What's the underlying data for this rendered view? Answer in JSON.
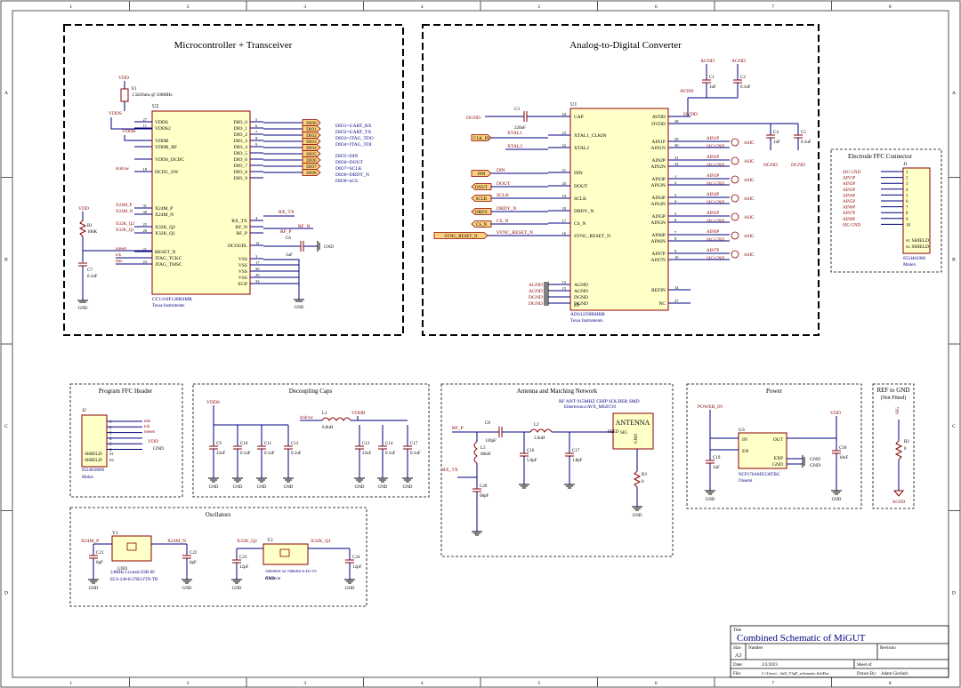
{
  "frame": {
    "columns": [
      "1",
      "2",
      "3",
      "4",
      "5",
      "6",
      "7",
      "8"
    ],
    "rows": [
      "A",
      "B",
      "C",
      "D"
    ]
  },
  "blocks": {
    "mcu": "Microcontroller + Transceiver",
    "adc": "Analog-to-Digital Converter",
    "electrode": "Electrode FFC Connector",
    "program": "Program FFC Header",
    "decoupling": "Decoupling Caps",
    "antenna": "Antenna and Matching Network",
    "power": "Power",
    "ref": "REF to GND",
    "ref_sub": "(Not Fitted)",
    "osc": "Oscilators"
  },
  "u2": {
    "designator": "U2",
    "part": "CC1310F128RSMR",
    "maker": "Texas Instruments",
    "left_pins": [
      "VDDS",
      "VDDS2",
      "VDDR",
      "VDDR_RF",
      "VDDS_DCDC",
      "DCDC_SW",
      "X24M_P",
      "X24M_N",
      "X32K_Q2",
      "X32K_Q1",
      "RESET_N",
      "JTAG_TCKC",
      "JTAG_TMSC"
    ],
    "left_nums": [
      "27",
      "11",
      "",
      "",
      "",
      "18",
      "31",
      "30",
      "25",
      "26",
      "21",
      "",
      "24"
    ],
    "right_pins": [
      "DIO_0",
      "DIO_1",
      "DIO_2",
      "DIO_3",
      "DIO_4",
      "DIO_5",
      "DIO_6",
      "DIO_7",
      "DIO_8",
      "DIO_9",
      "RX_TX",
      "RF_N",
      "RF_P",
      "DCOUPL",
      "VSS",
      "VSS",
      "VSS",
      "VSS",
      "EGP"
    ],
    "right_nums": [
      "5",
      "6",
      "7",
      "8",
      "9",
      "",
      "",
      "",
      "",
      "",
      "4",
      "",
      "",
      "12",
      "3",
      "17",
      "20",
      "29",
      "33"
    ],
    "dio_flags": [
      "DIO0",
      "DIO1",
      "DIO2",
      "DIO3",
      "DIO4",
      "DIO5",
      "DIO6",
      "DIO7",
      "DIO8"
    ],
    "dio_notes": [
      "DIO1=UART_RX",
      "DIO2=UART_TX",
      "DIO3=JTAG_TDO",
      "DIO4=JTAG_TDI",
      "DIO5=DIN",
      "DIO6=DOUT",
      "DIO7=SCLK",
      "DIO6=DRDY_N",
      "DIO8=nCS"
    ],
    "e1_label": "E1",
    "e1_value": "1.5kOhms @ 100MHz",
    "r1": "R1",
    "r1_value": "100K",
    "c7": "C7",
    "c7_value": "0.1uF",
    "c6": "C6",
    "c6_value": "1uF",
    "nets": [
      "VDD",
      "VDDS",
      "VDDR",
      "dcdcsw",
      "X24M_P",
      "X24M_N",
      "X32K_Q2",
      "X32K_Q1",
      "nreset",
      "tck",
      "tms",
      "RX_TX",
      "RF_N",
      "RF_P",
      "GND"
    ]
  },
  "u1": {
    "designator": "U1",
    "part": "ADS1259IRHBR",
    "maker": "Texas Instruments",
    "left_pins": [
      "CAP",
      "XTAL1_CLKIN",
      "XTAL2",
      "DIN",
      "DOUT",
      "SCLK",
      "DRDY_N",
      "CS_N",
      "SYNC_RESET_N",
      "AGND",
      "AGND",
      "DGND",
      "DGND",
      "EP"
    ],
    "left_nums": [
      "24",
      "23",
      "22",
      "21",
      "20",
      "19",
      "18",
      "17",
      "16",
      "13",
      "15",
      "",
      "",
      "33"
    ],
    "right_pins": [
      "AVDD",
      "DVDD",
      "AIN1P",
      "AIN1N",
      "AIN2P",
      "AIN2N",
      "AIN3P",
      "AIN3N",
      "AIN4P",
      "AIN4N",
      "AIN5P",
      "AIN5N",
      "AIN6P",
      "AIN6N",
      "AIN7P",
      "AIN7N",
      "REFIN",
      "NC"
    ],
    "right_nums": [
      "",
      "28",
      "29",
      "30",
      "31",
      "32",
      "1",
      "2",
      "3",
      "4",
      "5",
      "6",
      "7",
      "8",
      "9",
      "10",
      "14",
      "27"
    ],
    "left_flags": [
      "CLK_IN",
      "DIN",
      "DOUT",
      "SCLK",
      "DRDY",
      "CS_N",
      "SYNC_RESET_N"
    ],
    "left_nets": [
      "XTAL1",
      "XTAL2",
      "DIN",
      "DOUT",
      "SCLK",
      "DRDY_N",
      "CS_N",
      "SYNC_RESET_N"
    ],
    "c3": "C3",
    "c3_value": "220nF",
    "caps": [
      {
        "ref": "C1",
        "val": "1uF"
      },
      {
        "ref": "C2",
        "val": "0.1uF"
      },
      {
        "ref": "C4",
        "val": "1uF"
      },
      {
        "ref": "C5",
        "val": "0.1uF"
      }
    ],
    "nets": [
      "AGND",
      "AVDD",
      "DVDD",
      "DGND",
      "SIG GND",
      "ASIG"
    ]
  },
  "j1": {
    "designator": "J1",
    "part": "0524401000",
    "maker": "Molex",
    "pins": [
      "SIG GND",
      "AIN1P",
      "AIN2P",
      "AIN3P",
      "AIN4P",
      "AIN5P",
      "AIN6P",
      "AIN7P",
      "AIN8P",
      "SIG GND"
    ],
    "nums": [
      "1",
      "2",
      "3",
      "4",
      "5",
      "6",
      "7",
      "8",
      "9",
      "10"
    ],
    "shield": [
      "SHIELD",
      "SHIELD"
    ],
    "shield_nums": [
      "S1",
      "S2"
    ]
  },
  "j2": {
    "designator": "J2",
    "part": "0524650600",
    "maker": "Molex",
    "pins": [
      "1",
      "2",
      "3",
      "4",
      "5",
      "6"
    ],
    "nets": [
      "tms",
      "tck",
      "nreset",
      "VDD",
      "GND"
    ],
    "shield": [
      "SHIELD",
      "SHIELD"
    ],
    "shield_nums": [
      "S1",
      "S2"
    ]
  },
  "decoupling": {
    "nets": [
      "VDDS",
      "dcdcsw",
      "VDDR"
    ],
    "l1": "L1",
    "l1_value": "6.8uH",
    "caps": [
      {
        "ref": "C9",
        "val": "22uF"
      },
      {
        "ref": "C10",
        "val": "0.1uF"
      },
      {
        "ref": "C11",
        "val": "0.1uF"
      },
      {
        "ref": "C12",
        "val": "0.1uF"
      },
      {
        "ref": "C13",
        "val": "22uF"
      },
      {
        "ref": "C14",
        "val": "0.1uF"
      },
      {
        "ref": "C17",
        "val": "0.1uF"
      }
    ]
  },
  "antenna": {
    "title": "RF ANT 915MHZ CHIP SOLDER SMD",
    "maker": "Ethertronics/AVX_M620720",
    "ant_label": "ANTENNA",
    "feed": "FEED",
    "sig": "SIG",
    "gnd": "GND",
    "nets": [
      "RF_P",
      "RX_TX"
    ],
    "parts": [
      {
        "ref": "C8",
        "val": "120pF"
      },
      {
        "ref": "L2",
        "val": "3.6nH"
      },
      {
        "ref": "L3",
        "val": "68nH"
      },
      {
        "ref": "C16",
        "val": "5.6pF"
      },
      {
        "ref": "C17",
        "val": "1.8pF"
      },
      {
        "ref": "C20",
        "val": "68pF"
      },
      {
        "ref": "R3",
        "val": "0"
      }
    ]
  },
  "power": {
    "designator": "U3",
    "part": "NCP176AMX330TBG",
    "maker": "Onsemi",
    "pins_left": [
      "IN",
      "EN"
    ],
    "pins_right": [
      "OUT",
      "EXP",
      "GND"
    ],
    "nets": [
      "POWER_IN",
      "VDD",
      "GND"
    ],
    "c19": "C19",
    "c19_value": "1uF",
    "c18": "C18",
    "c18_value": "10uF"
  },
  "ref": {
    "r2": "R2",
    "r2_value": "0",
    "net_top": "SIG",
    "net_bot": "AGND"
  },
  "osc": {
    "y1": "Y1",
    "y1_desc1": "24MHz Crystals ESR 80",
    "y1_desc2": "ECS-240-8-37B2-JTN-TR",
    "y2": "Y2",
    "y2_desc1": "ABS06W-32.768KHZ-6-D1-T5",
    "y2_desc2": "Abracon",
    "nets": [
      "X24M_P",
      "X24M_N",
      "X32K_Q2",
      "X32K_Q1",
      "GND"
    ],
    "caps": [
      {
        "ref": "C21",
        "val": "6pF"
      },
      {
        "ref": "C22",
        "val": "6pF"
      },
      {
        "ref": "C23",
        "val": "12pF"
      },
      {
        "ref": "C24",
        "val": "12pF"
      }
    ]
  },
  "titleblock": {
    "title_label": "Title",
    "title": "Combined Schematic of MiGUT",
    "size_label": "Size",
    "size": "A3",
    "number_label": "Number",
    "revision_label": "Revision",
    "date_label": "Date:",
    "date": "3/2/2023",
    "file_label": "File:",
    "file": "C:\\Users\\...\\full_V3pF_schematic.SchDoc",
    "sheet_label": "Sheet of",
    "drawn_label": "Drawn By:",
    "drawn": "Adam Gierlach"
  }
}
